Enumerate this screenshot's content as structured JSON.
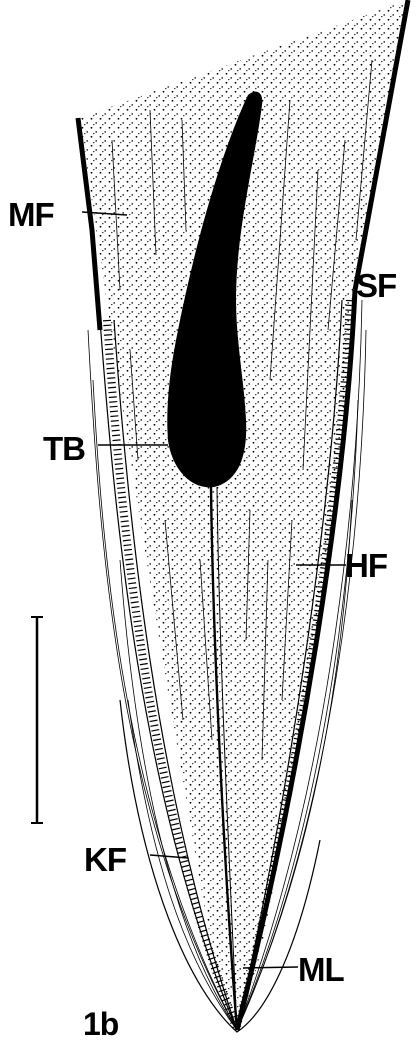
{
  "labels": {
    "mf": "MF",
    "sf": "SF",
    "tb": "TB",
    "hf": "HF",
    "kf": "KF",
    "ml": "ML"
  },
  "figure_number": "1b",
  "colors": {
    "ink": "#000000",
    "paper": "#ffffff"
  }
}
